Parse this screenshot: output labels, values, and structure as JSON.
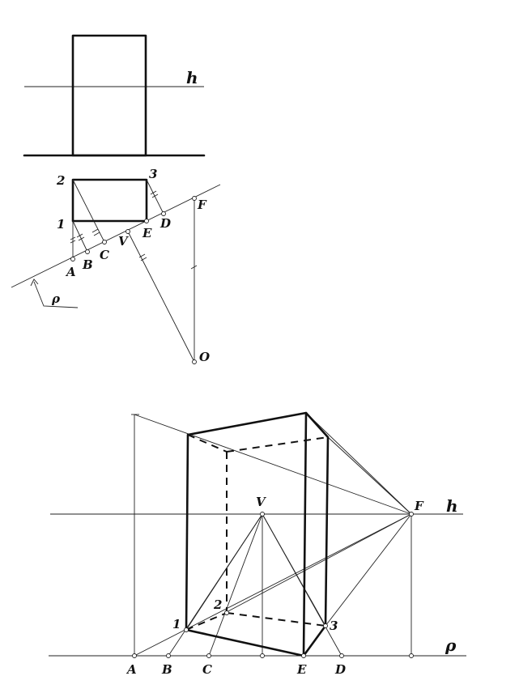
{
  "labels": {
    "h": "h",
    "p": "ρ",
    "A": "A",
    "B": "B",
    "C": "C",
    "V": "V",
    "E": "E",
    "D": "D",
    "F": "F",
    "O": "O",
    "n1": "1",
    "n2": "2",
    "n3": "3"
  }
}
